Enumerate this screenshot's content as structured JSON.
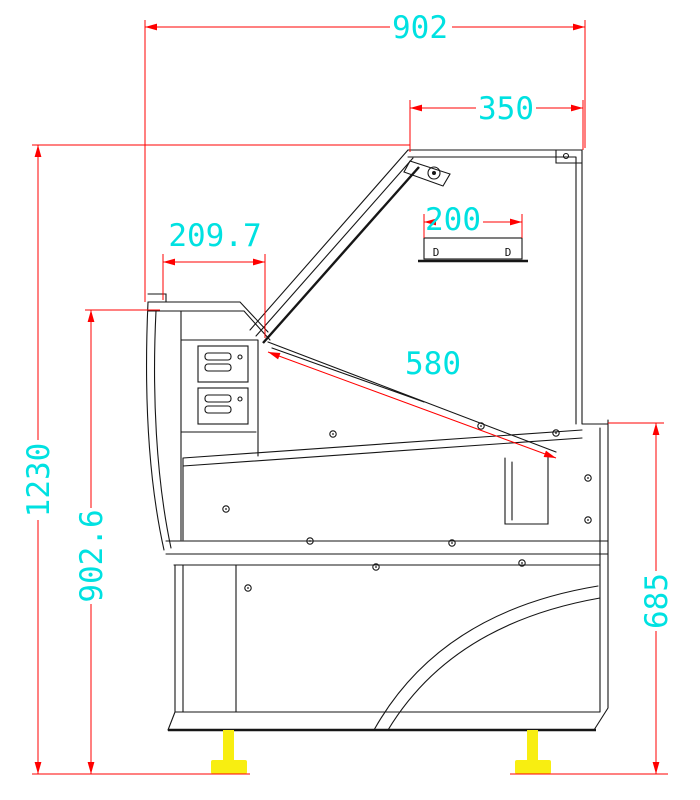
{
  "drawing": {
    "title": "display-case-side-section"
  },
  "colors": {
    "background": "#ffffff",
    "dim_line": "#ff0000",
    "dim_text": "#00e1e1",
    "outline": "#161616",
    "foot": "#f8ee11"
  },
  "dimensions": {
    "overall_width": "902",
    "lid_width": "350",
    "cutout_width": "200",
    "upper_left_depth": "209.7",
    "glass_length": "580",
    "overall_height": "1230",
    "left_height": "902.6",
    "right_height": "685"
  },
  "marks": {
    "left": "D",
    "right": "D"
  }
}
